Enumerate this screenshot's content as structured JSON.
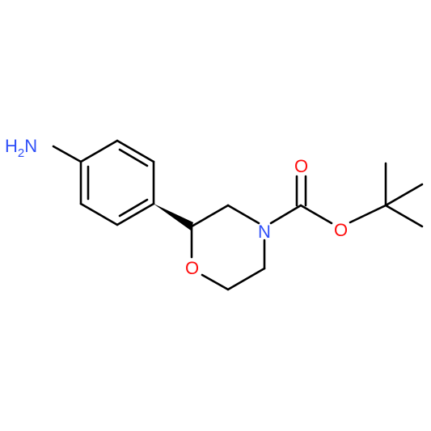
{
  "molecule": {
    "atoms": {
      "amine": {
        "symbol": "H2N",
        "main": "H",
        "sub": "2",
        "rest": "N",
        "color": "#3050F8"
      },
      "ring_oxygen": {
        "symbol": "O",
        "color": "#FF0D0D"
      },
      "ring_nitrogen": {
        "symbol": "N",
        "color": "#3050F8"
      },
      "carbonyl_oxygen": {
        "symbol": "O",
        "color": "#FF0D0D"
      },
      "ester_oxygen": {
        "symbol": "O",
        "color": "#FF0D0D"
      }
    },
    "bond_color": "#000000"
  }
}
